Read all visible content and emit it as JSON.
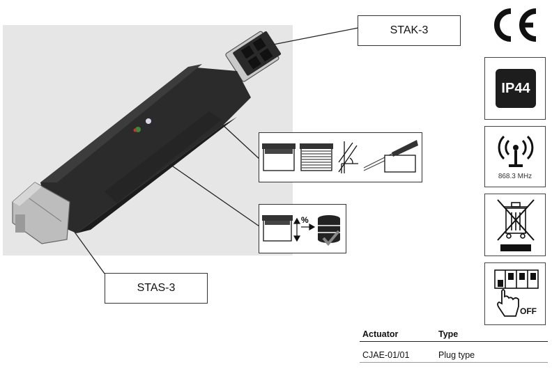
{
  "labels": {
    "stak": "STAK-3",
    "stas": "STAS-3"
  },
  "badges": {
    "ip": "IP44",
    "frequency": "868.3 MHz",
    "switch_off": "OFF",
    "percent": "%"
  },
  "icons": {
    "ce": "ce-mark-icon",
    "ip": "ip44-icon",
    "radio": "radio-antenna-icon",
    "weee": "crossed-bin-icon",
    "switch": "breaker-hand-icon"
  },
  "table": {
    "headers": [
      "Actuator",
      "Type"
    ],
    "rows": [
      [
        "CJAE-01/01",
        "Plug type"
      ]
    ]
  }
}
